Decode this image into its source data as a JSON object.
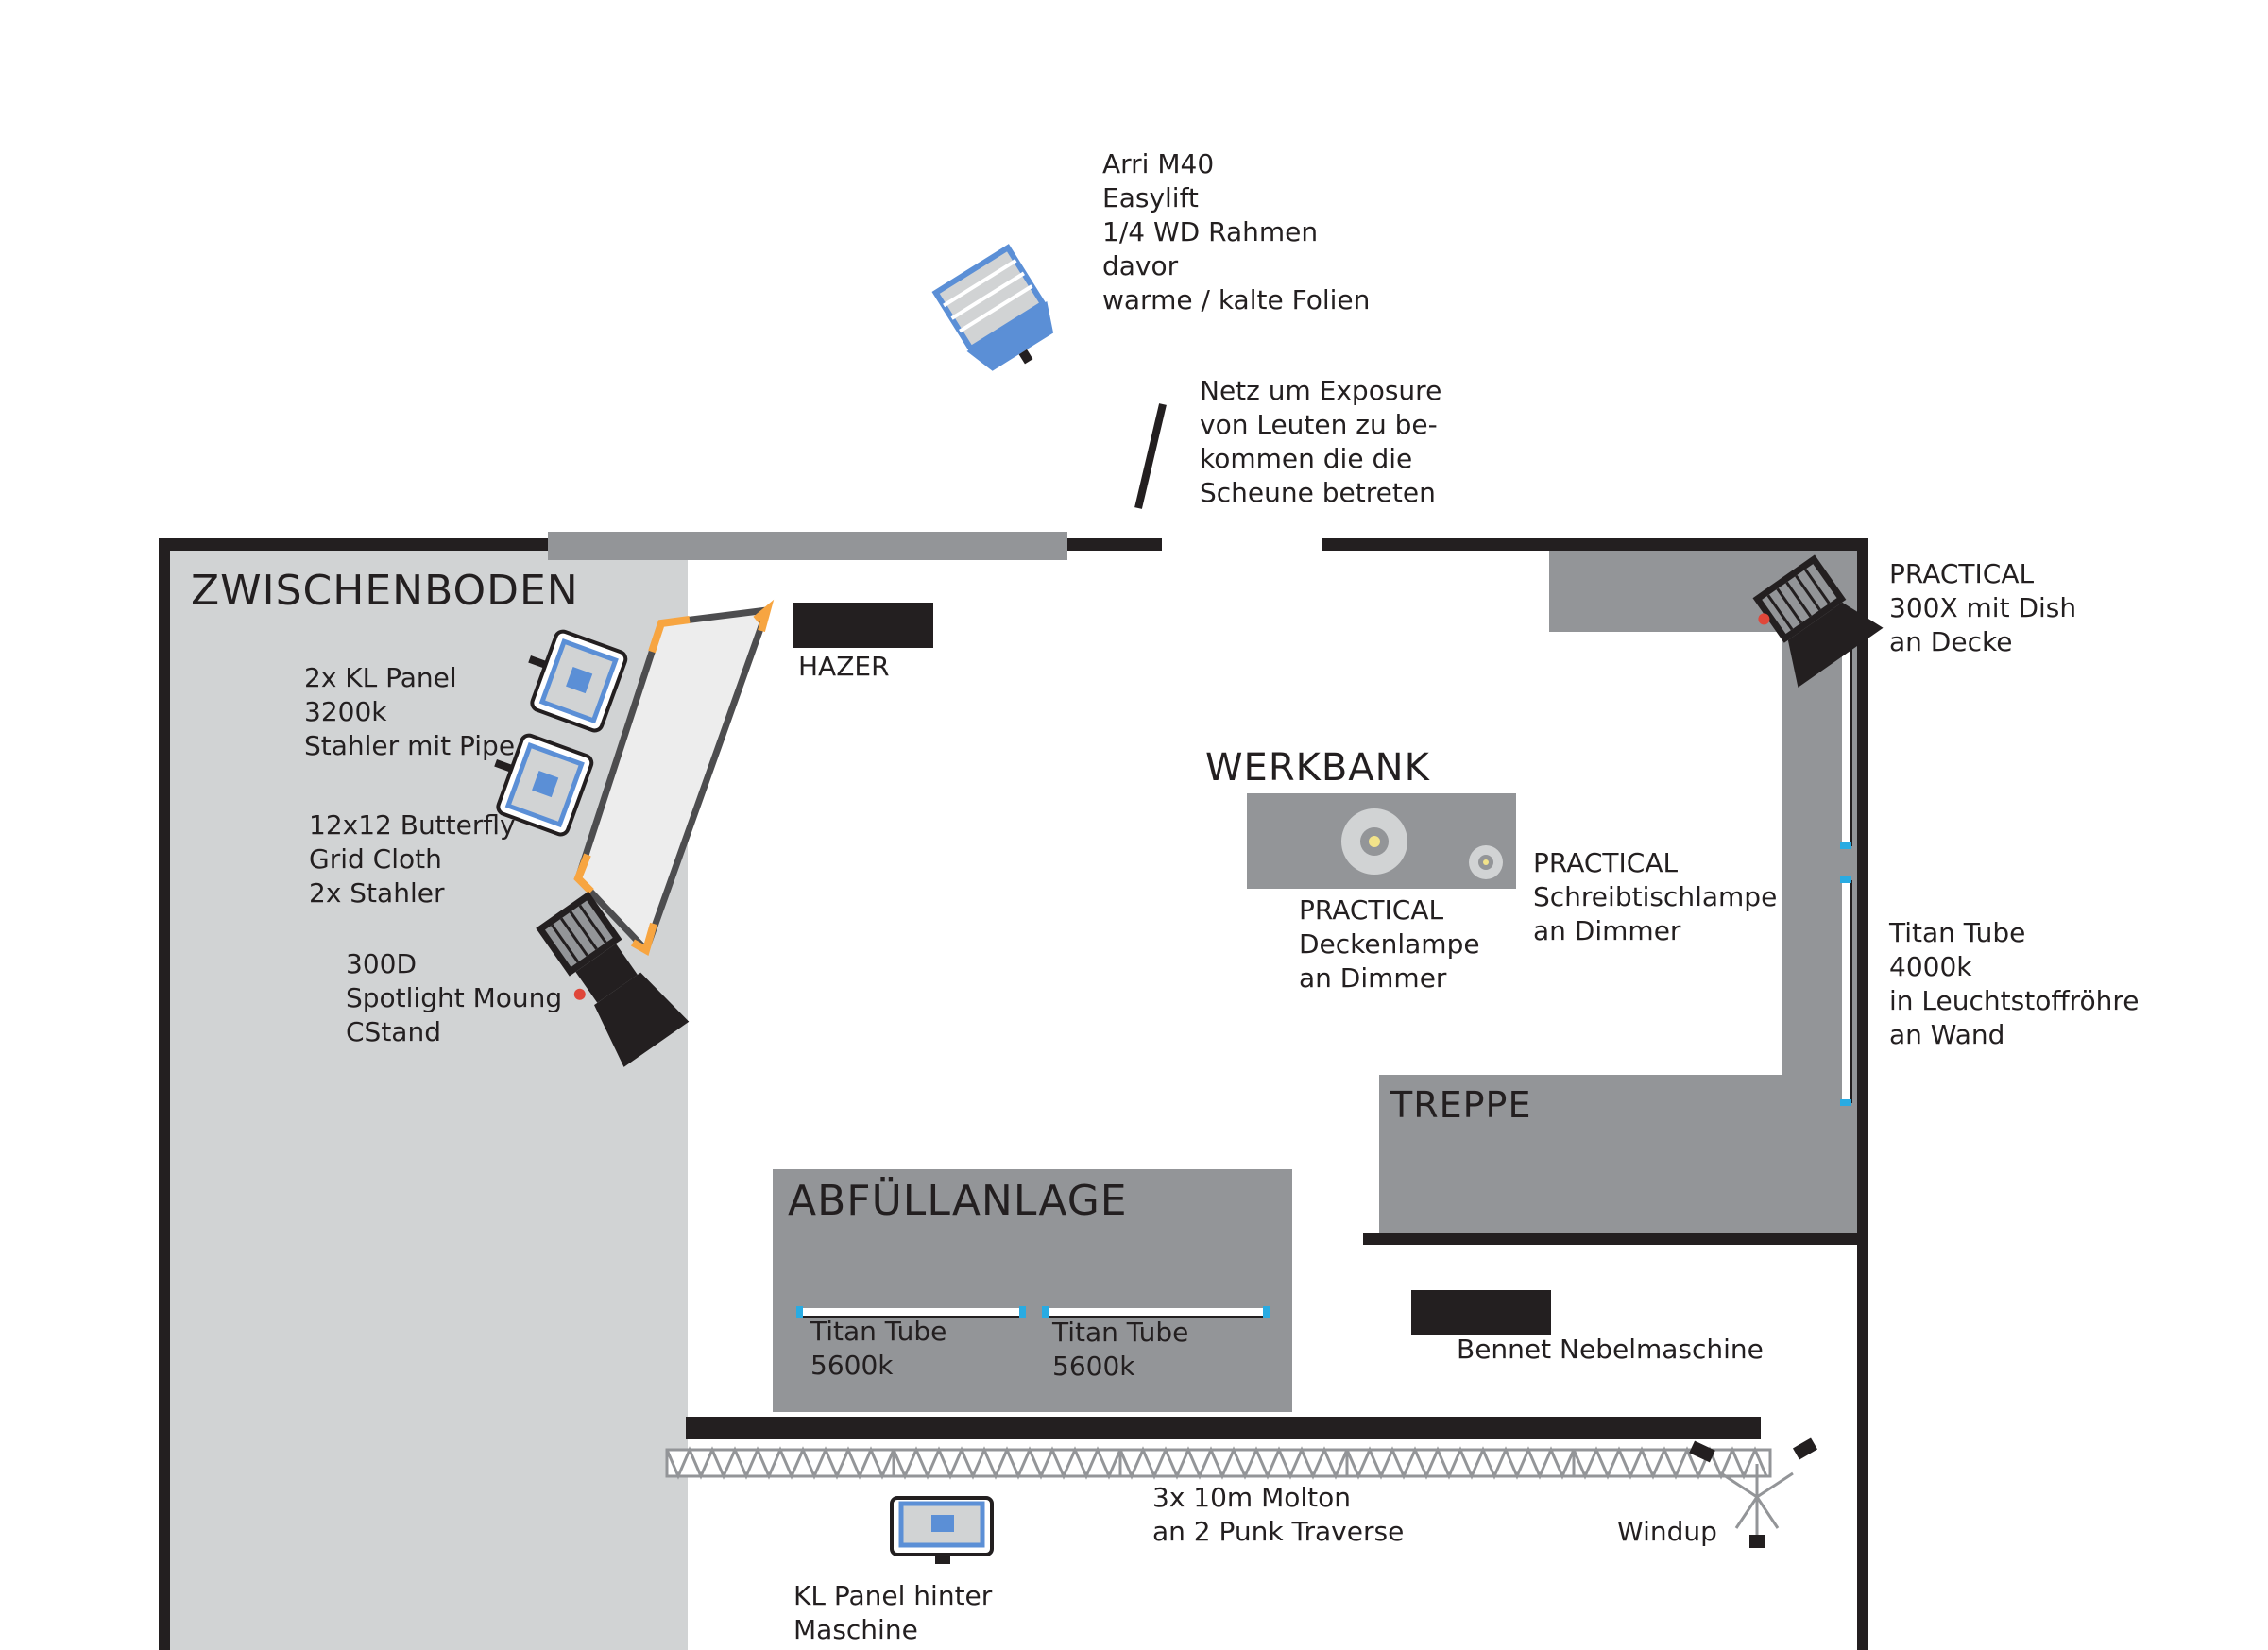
{
  "rooms": {
    "zwischenboden": "ZWISCHENBODEN",
    "werkbank": "WERKBANK",
    "treppe": "TREPPE",
    "abfuellanlage": "ABFÜLLANLAGE"
  },
  "labels": {
    "arri": "Arri M40\nEasylift\n1/4 WD Rahmen\ndavor\nwarme / kalte Folien",
    "netz": "Netz um Exposure\nvon Leuten zu be-\nkommen die die\nScheune betreten",
    "hazer": "HAZER",
    "practical_300x": "PRACTICAL\n300X mit Dish\nan Decke",
    "kl_panel": "2x KL Panel\n3200k\nStahler mit Pipe",
    "butterfly": "12x12 Butterfly\nGrid Cloth\n2x Stahler",
    "spotlight": "300D\nSpotlight Moung\nCStand",
    "practical_decke": "PRACTICAL\nDeckenlampe\nan Dimmer",
    "practical_schreib": "PRACTICAL\nSchreibtischlampe\nan Dimmer",
    "titan_wand": "Titan Tube\n4000k\nin Leuchtstoffröhre\nan Wand",
    "titan_1": "Titan Tube\n5600k",
    "titan_2": "Titan Tube\n5600k",
    "nebel": "Bennet Nebelmaschine",
    "molton": "3x 10m Molton\nan 2 Punk Traverse",
    "windup": "Windup",
    "kl_hinter": "KL Panel hinter\nMaschine"
  },
  "colors": {
    "wall": "#231f20",
    "room_gray": "#939598",
    "zwischenboden_fill": "#d1d3d4",
    "light_blue": "#5b8fd6",
    "frame_orange": "#f7a541",
    "diffusion": "#ededed",
    "tube_blue": "#29abe2"
  }
}
